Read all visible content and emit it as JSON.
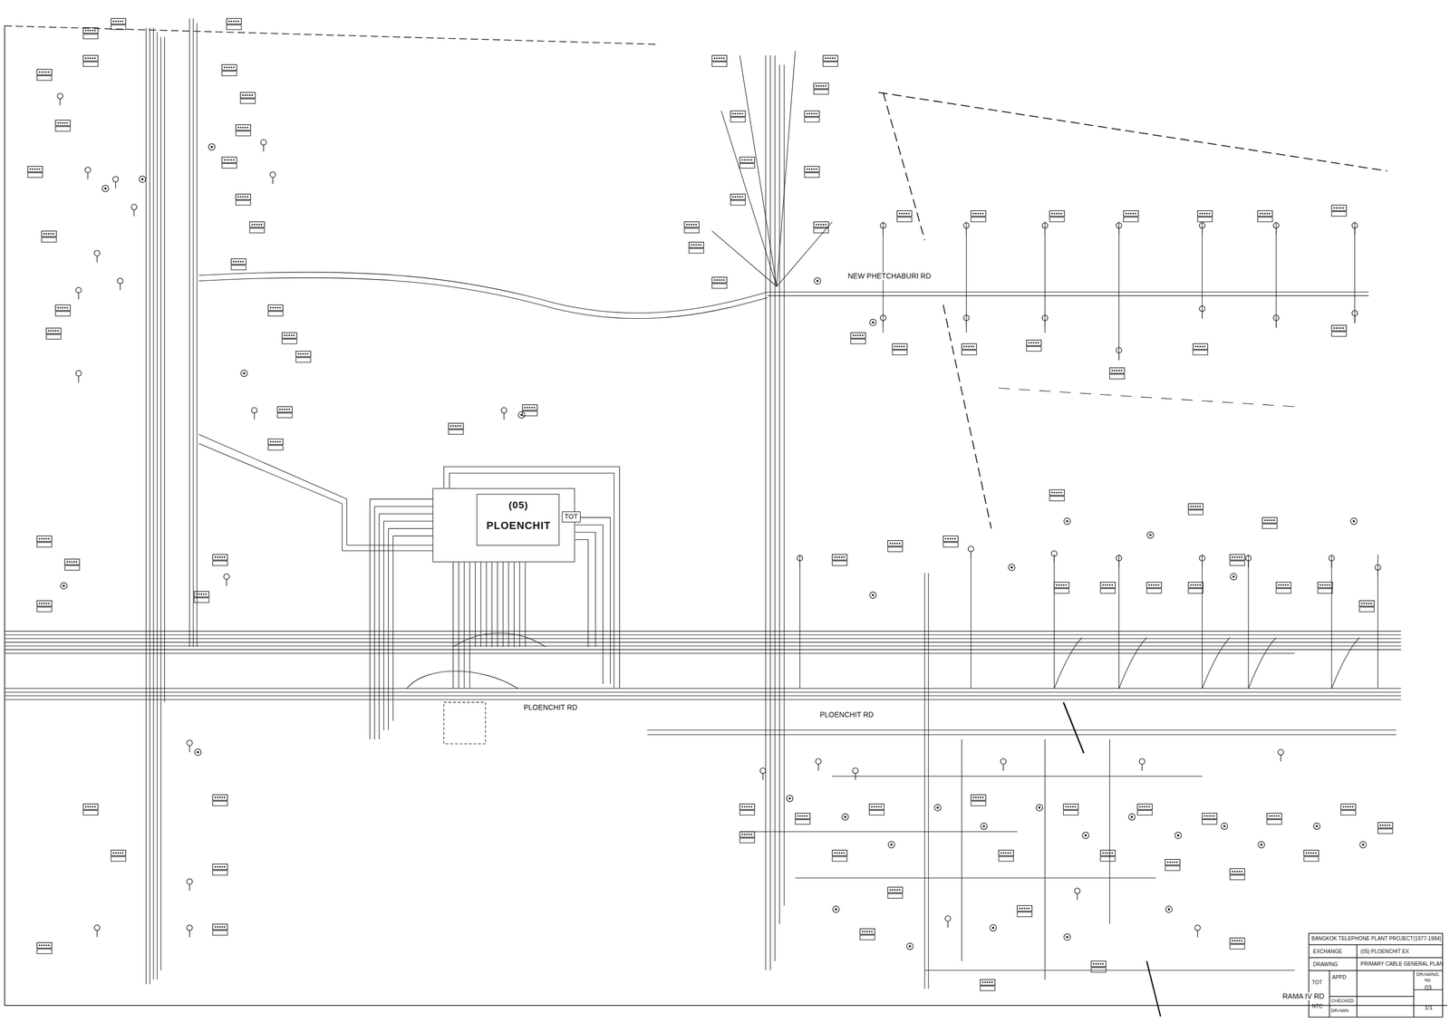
{
  "diagram": {
    "title": "PRIMARY CABLE GENERAL PLAN",
    "nodes": [
      {
        "text": [
          "(05)",
          "PLOENCHIT"
        ]
      },
      {
        "text": [
          "TOT"
        ],
        "in": 0
      }
    ],
    "labels": [
      "PLOENCHIT RD",
      "PLOENCHIT RD",
      "NEW PHETCHABURI RD",
      "RAMA IV RD",
      "BANGKOK TELEPHONE PLANT PROJECT(1977-1984)",
      "EXCHANGE",
      "(05) PLOENCHIT EX",
      "DRAWING",
      "TOT",
      "APPD",
      "DRAWING",
      "No",
      "03",
      "NTC",
      "CHECKED",
      "DRAWN",
      "1/1"
    ]
  }
}
